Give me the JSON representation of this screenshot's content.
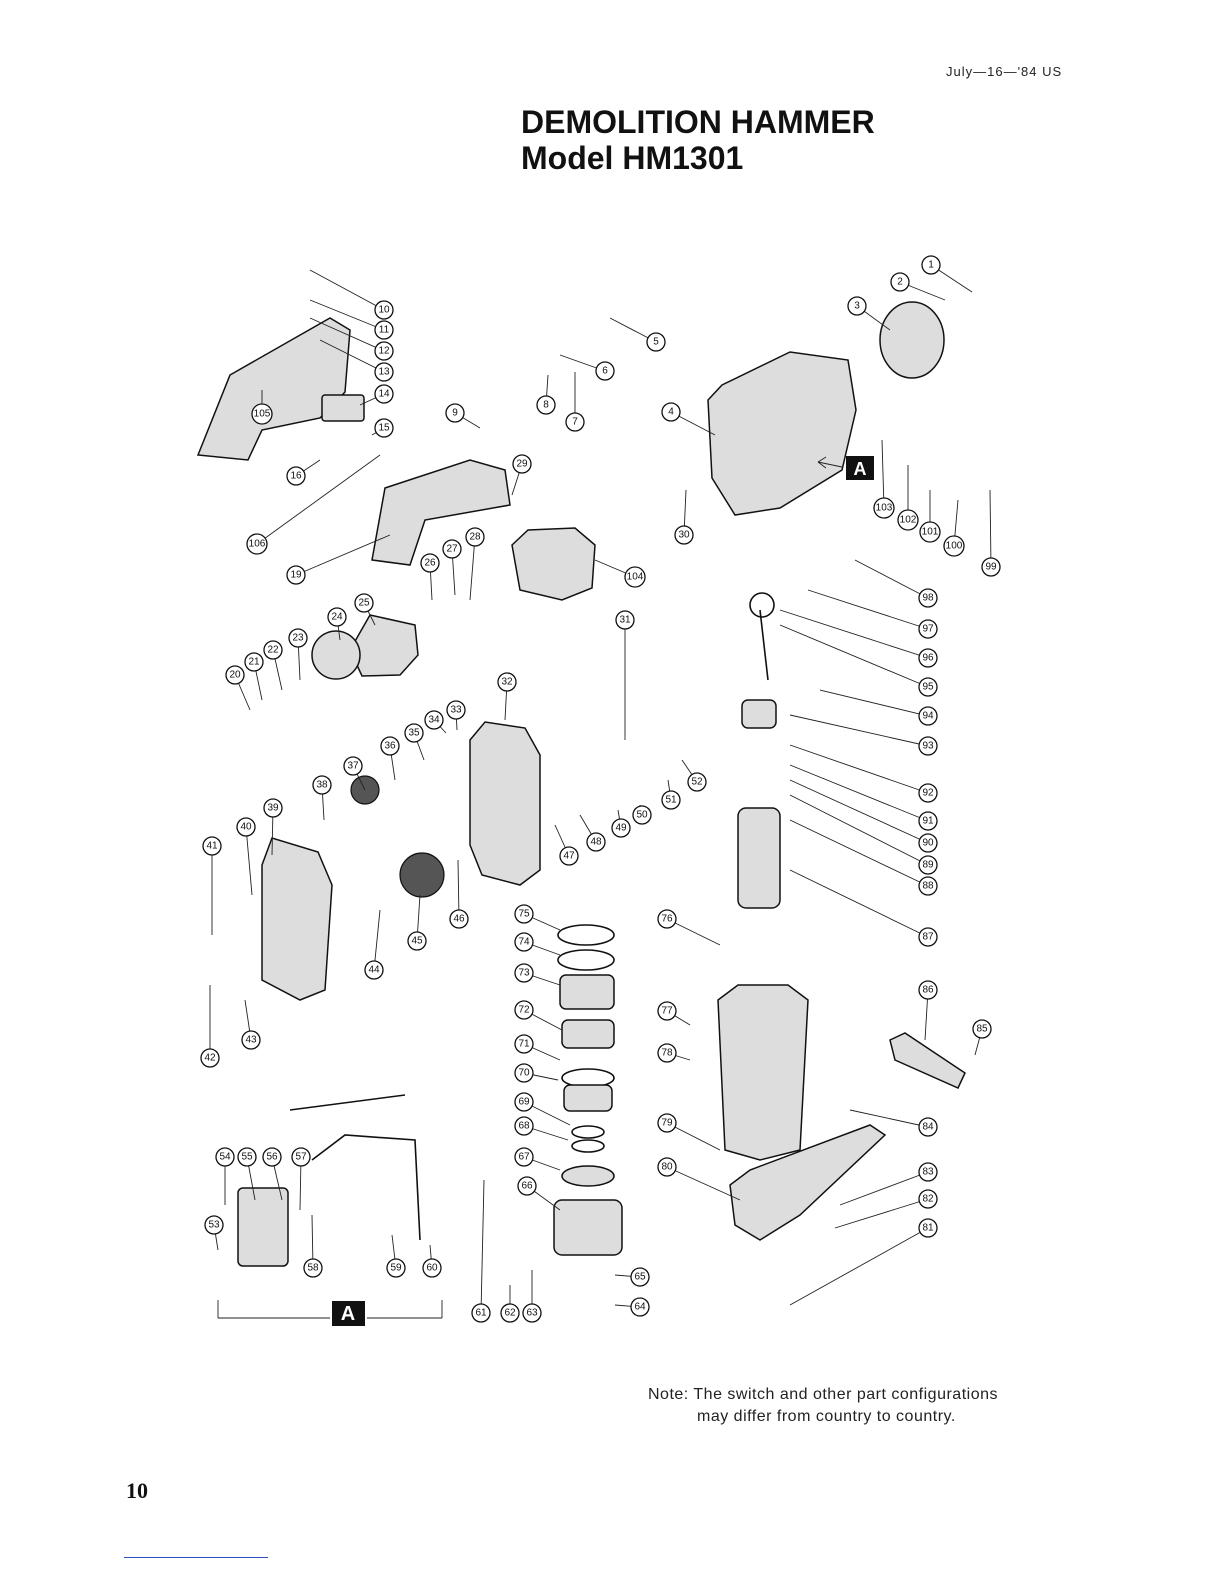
{
  "header": {
    "date_code": "July—16—'84  US"
  },
  "doc": {
    "title": "DEMOLITION HAMMER",
    "model": "Model HM1301"
  },
  "footer": {
    "note_line1": "Note: The switch and other part configurations",
    "note_line2": "may differ from country to country.",
    "page_number": "10"
  },
  "callouts": [
    "1",
    "2",
    "3",
    "4",
    "5",
    "6",
    "7",
    "8",
    "9",
    "10",
    "11",
    "12",
    "13",
    "14",
    "15",
    "16",
    "19",
    "20",
    "21",
    "22",
    "23",
    "24",
    "25",
    "26",
    "27",
    "28",
    "29",
    "30",
    "31",
    "32",
    "33",
    "34",
    "35",
    "36",
    "37",
    "38",
    "39",
    "40",
    "41",
    "42",
    "43",
    "44",
    "45",
    "46",
    "47",
    "48",
    "49",
    "50",
    "51",
    "52",
    "53",
    "54",
    "55",
    "56",
    "57",
    "58",
    "59",
    "60",
    "61",
    "62",
    "63",
    "64",
    "65",
    "66",
    "67",
    "68",
    "69",
    "70",
    "71",
    "72",
    "73",
    "74",
    "75",
    "76",
    "77",
    "78",
    "79",
    "80",
    "81",
    "82",
    "83",
    "84",
    "85",
    "86",
    "87",
    "88",
    "89",
    "90",
    "91",
    "92",
    "93",
    "94",
    "95",
    "96",
    "97",
    "98",
    "99",
    "100",
    "101",
    "102",
    "103",
    "104",
    "105",
    "106"
  ],
  "section_marker": "A"
}
